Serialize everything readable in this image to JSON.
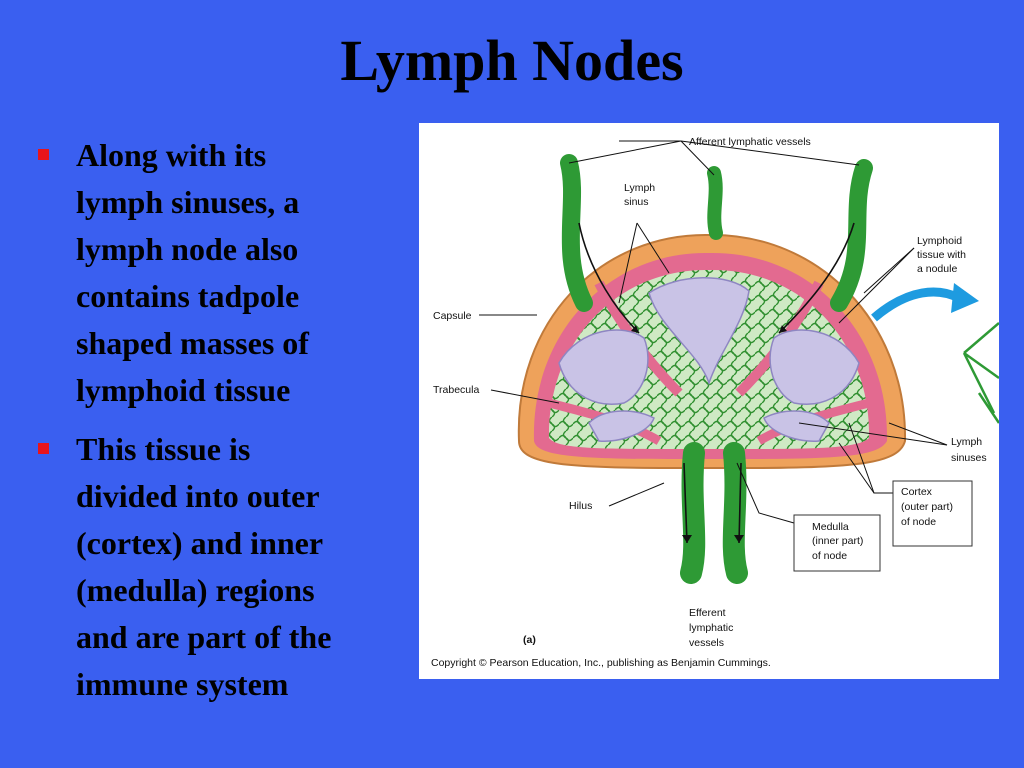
{
  "slide": {
    "title": "Lymph Nodes",
    "bullets": [
      {
        "text": "Along with its\nlymph sinuses, a\nlymph node also\ncontains tadpole\nshaped masses of\nlymphoid tissue"
      },
      {
        "text": "This tissue is\ndivided into outer\n(cortex) and inner\n(medulla) regions\nand are part of the\nimmune system"
      }
    ],
    "accent_colors": {
      "background": "#3a5ff0",
      "bullet": "#e8141b"
    }
  },
  "figure": {
    "labels": {
      "afferent": "Afferent lymphatic vessels",
      "lymph_sinus": [
        "Lymph",
        "sinus"
      ],
      "lymphoid_tissue": [
        "Lymphoid",
        "tissue with",
        "a nodule"
      ],
      "capsule": "Capsule",
      "trabecula": "Trabecula",
      "lymph_sinuses": [
        "Lymph",
        "sinuses"
      ],
      "hilus": "Hilus",
      "cortex": [
        "Cortex",
        "(outer part)",
        "of node"
      ],
      "medulla": [
        "Medulla",
        "(inner part)",
        "of node"
      ],
      "efferent": [
        "Efferent",
        "lymphatic",
        "vessels"
      ],
      "panel": "(a)"
    },
    "copyright": "Copyright © Pearson Education, Inc., publishing as Benjamin Cummings."
  }
}
